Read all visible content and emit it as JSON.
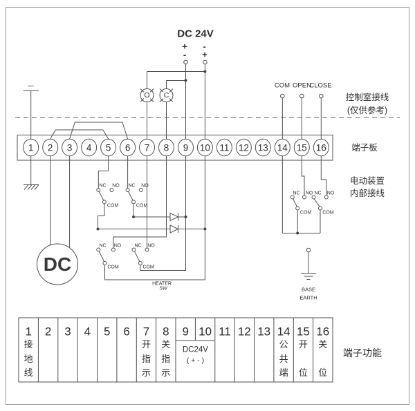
{
  "colors": {
    "line": "#4f4f4f",
    "text": "#2e2e2e",
    "background": "#ffffff"
  },
  "title": {
    "dc24v": "DC 24V"
  },
  "polarity": {
    "left_top": "+",
    "left_bottom": "-",
    "right_top": "-",
    "right_bottom": "+"
  },
  "lamps": {
    "open": "O",
    "close": "C"
  },
  "remote": {
    "com": "COM",
    "open": "OPEN",
    "close": "CLOSE"
  },
  "side_labels": {
    "control_room_line1": "控制室接线",
    "control_room_line2": "(仅供参考)",
    "terminal_board": "端子板",
    "internal_line1": "电动装置",
    "internal_line2": "内部接线",
    "terminal_functions": "端子功能"
  },
  "terminal_numbers": [
    "1",
    "2",
    "3",
    "4",
    "5",
    "6",
    "7",
    "8",
    "9",
    "10",
    "11",
    "12",
    "13",
    "14",
    "15",
    "16"
  ],
  "switch_labels": {
    "nc": "NC",
    "no": "NO",
    "com": "COM"
  },
  "motor": {
    "label": "DC"
  },
  "heater": {
    "line1": "HEATER",
    "line2": "SW"
  },
  "base_earth": {
    "line1": "BASE",
    "line2": "EARTH"
  },
  "function_table": {
    "t1": "接地线",
    "t7": "开指示",
    "t8": "关指示",
    "t9_10_line1": "DC24V",
    "t9_10_line2": "( + - )",
    "t14": "公共端",
    "t15": "开位",
    "t16": "关位"
  }
}
